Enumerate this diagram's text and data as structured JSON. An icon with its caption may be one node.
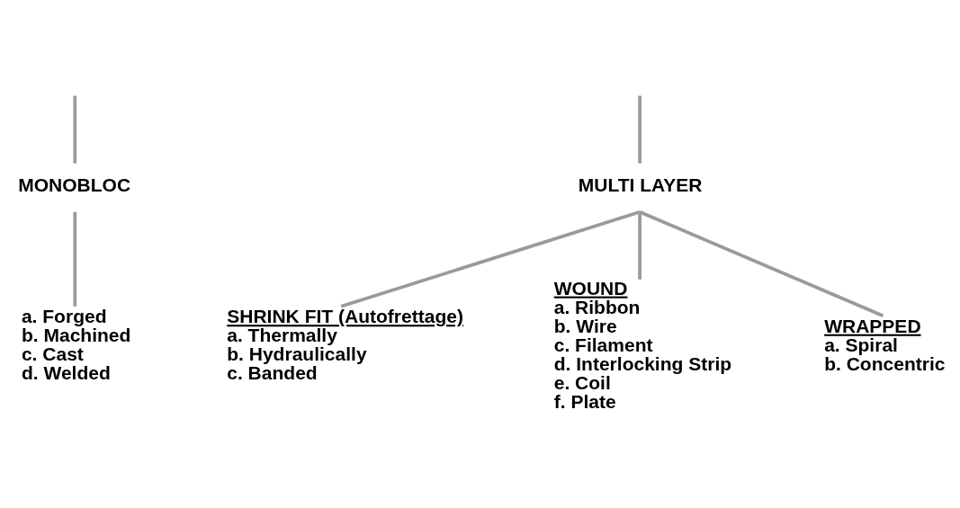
{
  "diagram": {
    "nodes": [
      {
        "text": [
          "MONOBLOC"
        ]
      },
      {
        "text": [
          "a. Forged",
          "b. Machined",
          "c. Cast",
          "d. Welded"
        ]
      },
      {
        "text": [
          "MULTI LAYER"
        ]
      },
      {
        "text": [
          "SHRINK FIT (Autofrettage)",
          "a. Thermally",
          "b. Hydraulically",
          "c. Banded"
        ]
      },
      {
        "text": [
          "WOUND",
          "a. Ribbon",
          "b. Wire",
          "c. Filament",
          "d. Interlocking Strip",
          "e. Coil",
          "f. Plate"
        ]
      },
      {
        "text": [
          "WRAPPED",
          "a. Spiral",
          "b. Concentric"
        ]
      }
    ],
    "edges": [
      {
        "from": null,
        "to": 0,
        "arrow": "none"
      },
      {
        "from": null,
        "to": 2,
        "arrow": "none"
      },
      {
        "from": 0,
        "to": 1,
        "arrow": "none"
      },
      {
        "from": 2,
        "to": 3,
        "arrow": "none"
      },
      {
        "from": 2,
        "to": 4,
        "arrow": "none"
      },
      {
        "from": 2,
        "to": 5,
        "arrow": "none"
      }
    ]
  }
}
